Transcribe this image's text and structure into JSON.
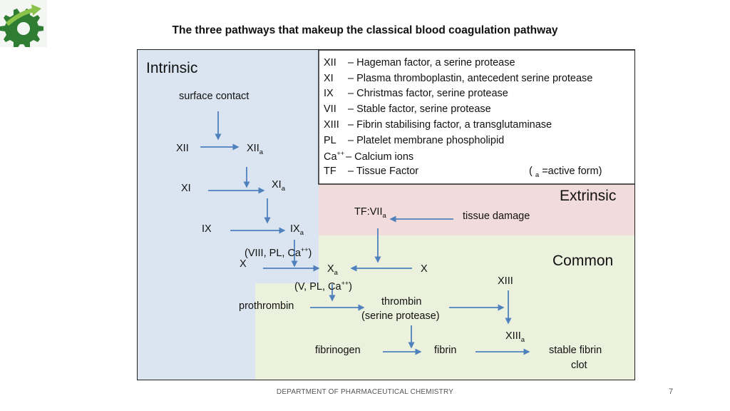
{
  "slide": {
    "title": "The three pathways that makeup the classical blood coagulation pathway",
    "footer": "DEPARTMENT OF PHARMACEUTICAL CHEMISTRY",
    "page_number": "7",
    "logo_icon": "gear-arrow-logo-icon"
  },
  "colors": {
    "intrinsic_bg": "#dbe5f1",
    "extrinsic_bg": "#f2dcdb",
    "common_bg": "#ebf1dd",
    "arrow": "#4f81bd"
  },
  "regions": {
    "intrinsic": "Intrinsic",
    "extrinsic": "Extrinsic",
    "common": "Common"
  },
  "legend": [
    {
      "abbr": "XII",
      "desc": "– Hageman factor, a serine protease"
    },
    {
      "abbr": "XI",
      "desc": "– Plasma thromboplastin, antecedent serine protease"
    },
    {
      "abbr": "IX",
      "desc": "– Christmas factor, serine protease"
    },
    {
      "abbr": "VII",
      "desc": "– Stable factor, serine protease"
    },
    {
      "abbr": "XIII",
      "desc": "– Fibrin stabilising factor, a transglutaminase"
    },
    {
      "abbr": "PL",
      "desc": "– Platelet membrane phospholipid"
    },
    {
      "abbr": "Ca",
      "sup": "++",
      "desc": "– Calcium ions"
    },
    {
      "abbr": "TF",
      "desc": "– Tissue Factor"
    }
  ],
  "legend_note": {
    "open": "(",
    "sub": "a",
    "text": "=active form)"
  },
  "nodes": {
    "surface_contact": "surface contact",
    "xii": "XII",
    "xiia": {
      "base": "XII",
      "sub": "a"
    },
    "xi": "XI",
    "xia": {
      "base": "XI",
      "sub": "a"
    },
    "ix": "IX",
    "ixa": {
      "base": "IX",
      "sub": "a"
    },
    "cofactor1": {
      "pre": "(VIII, PL,",
      "ca": "Ca",
      "sup": "++",
      "post": ")"
    },
    "x_left": "X",
    "xa": {
      "base": "X",
      "sub": "a"
    },
    "x_right": "X",
    "cofactor2": {
      "pre": "(V, PL,",
      "ca": "Ca",
      "sup": "++",
      "post": ")"
    },
    "tf_viia": {
      "base": "TF:VII",
      "sub": "a"
    },
    "tissue_damage": "tissue damage",
    "prothrombin": "prothrombin",
    "thrombin": "thrombin",
    "serine_protease": "(serine protease)",
    "xiii": "XIII",
    "xiiia": {
      "base": "XIII",
      "sub": "a"
    },
    "fibrinogen": "fibrinogen",
    "fibrin": "fibrin",
    "stable_fibrin_1": "stable fibrin",
    "stable_fibrin_2": "clot"
  }
}
